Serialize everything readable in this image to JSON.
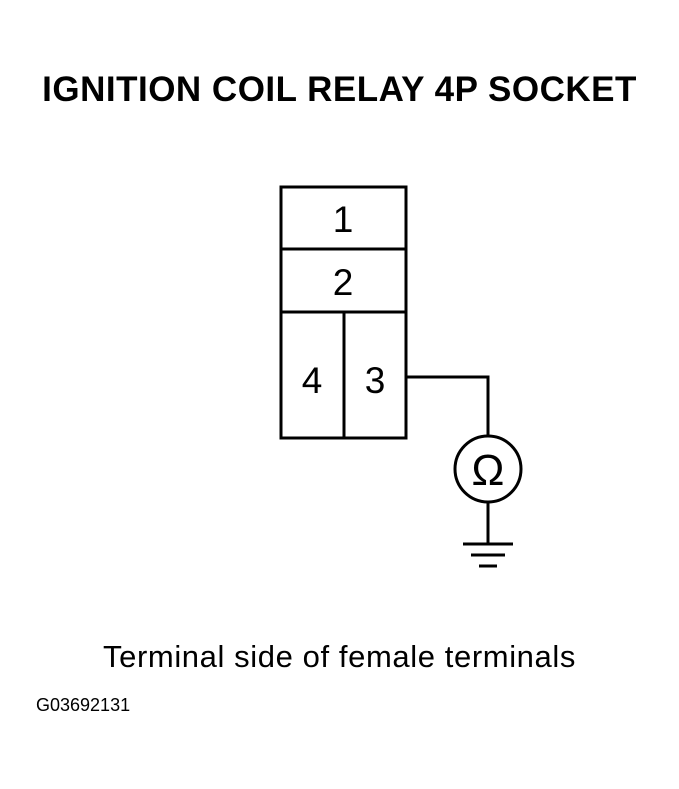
{
  "title": "IGNITION COIL RELAY 4P SOCKET",
  "socket": {
    "terminals": [
      "1",
      "2",
      "4",
      "3"
    ]
  },
  "meter": {
    "symbol": "Ω",
    "icon": "ohmmeter-icon",
    "ground_icon": "ground-symbol-icon"
  },
  "caption": "Terminal side of female terminals",
  "figure_id": "G03692131"
}
